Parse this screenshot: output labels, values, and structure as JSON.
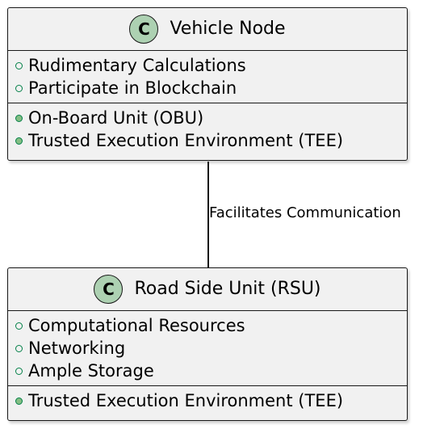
{
  "classes": {
    "vehicle": {
      "stereotype": "C",
      "name": "Vehicle Node",
      "fields": [
        {
          "visibility": "+",
          "label": "Rudimentary Calculations"
        },
        {
          "visibility": "+",
          "label": "Participate in Blockchain"
        }
      ],
      "methods": [
        {
          "visibility": "+",
          "label": "On-Board Unit (OBU)"
        },
        {
          "visibility": "+",
          "label": "Trusted Execution Environment (TEE)"
        }
      ]
    },
    "rsu": {
      "stereotype": "C",
      "name": "Road Side Unit (RSU)",
      "fields": [
        {
          "visibility": "+",
          "label": "Computational Resources"
        },
        {
          "visibility": "+",
          "label": "Networking"
        },
        {
          "visibility": "+",
          "label": "Ample Storage"
        }
      ],
      "methods": [
        {
          "visibility": "+",
          "label": "Trusted Execution Environment (TEE)"
        }
      ]
    }
  },
  "association": {
    "label": "Facilitates Communication"
  },
  "colors": {
    "box_fill": "#f1f1f1",
    "stroke": "#181818",
    "stereotype_fill": "#add1b2",
    "visibility_green": "#038048",
    "method_dot_fill": "#84be84"
  }
}
